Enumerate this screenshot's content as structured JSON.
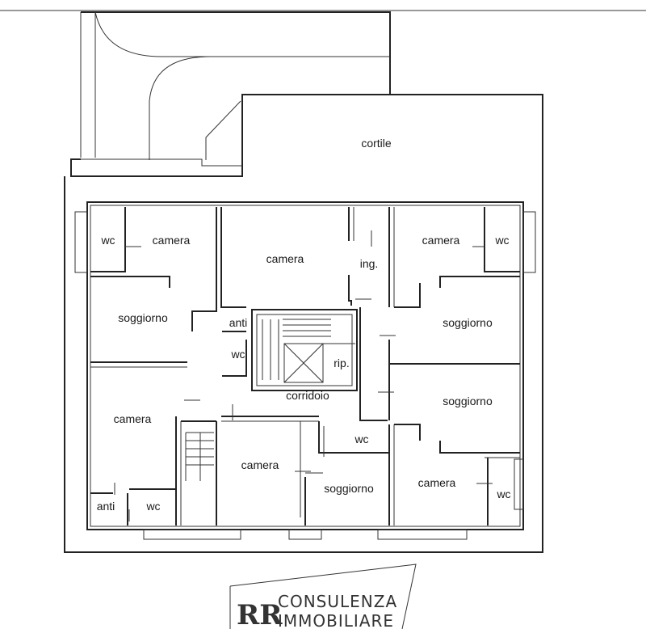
{
  "rooms": {
    "cortile": "cortile",
    "camera_tl": "camera",
    "wc_tl": "wc",
    "camera_top_center": "camera",
    "ingresso": "ing.",
    "camera_tr": "camera",
    "wc_tr": "wc",
    "soggiorno_left": "soggiorno",
    "anti_center": "anti",
    "wc_center": "wc",
    "ripostiglio": "rip.",
    "soggiorno_right_upper": "soggiorno",
    "corridoio": "corridoio",
    "soggiorno_right_mid": "soggiorno",
    "camera_left_lower": "camera",
    "camera_bottom_center": "camera",
    "wc_bottom_center": "wc",
    "soggiorno_bottom_center": "soggiorno",
    "camera_bottom_right": "camera",
    "wc_bottom_right": "wc",
    "anti_bottom_left": "anti",
    "wc_bottom_left": "wc"
  },
  "logo": {
    "mark": "RR",
    "line1": "CONSULENZA",
    "line2": "IMMOBILIARE"
  },
  "colors": {
    "line": "#222222",
    "background": "#ffffff"
  }
}
